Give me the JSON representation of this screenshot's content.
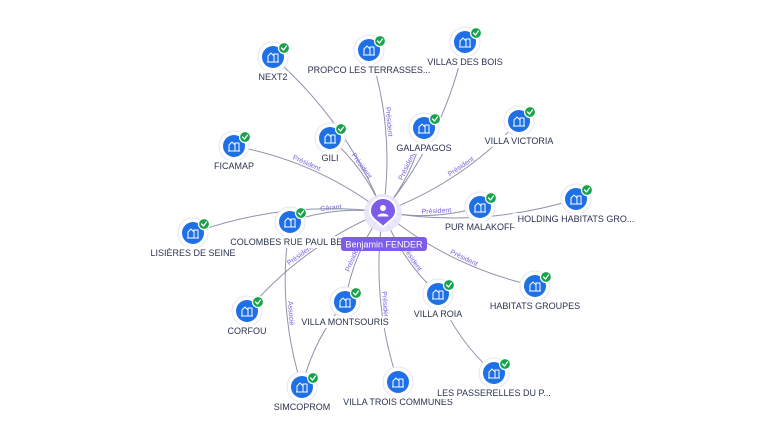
{
  "person": {
    "name": "Benjamin FENDER",
    "icon": "user-icon"
  },
  "companies": [
    {
      "id": "next2",
      "label": "NEXT2",
      "verified": true,
      "icon": "building-icon"
    },
    {
      "id": "propco",
      "label": "PROPCO LES TERRASSES...",
      "verified": true,
      "icon": "building-icon"
    },
    {
      "id": "villas-des-bois",
      "label": "VILLAS DES BOIS",
      "verified": true,
      "icon": "building-icon"
    },
    {
      "id": "gili",
      "label": "GILI",
      "verified": true,
      "icon": "building-icon"
    },
    {
      "id": "galapagos",
      "label": "GALAPAGOS",
      "verified": true,
      "icon": "building-icon"
    },
    {
      "id": "villa-victoria",
      "label": "VILLA VICTORIA",
      "verified": true,
      "icon": "building-icon"
    },
    {
      "id": "ficamap",
      "label": "FICAMAP",
      "verified": true,
      "icon": "building-icon"
    },
    {
      "id": "pur-malakoff",
      "label": "PUR MALAKOFF",
      "verified": true,
      "icon": "building-icon"
    },
    {
      "id": "holding-habitats",
      "label": "HOLDING HABITATS GRO...",
      "verified": true,
      "icon": "building-icon"
    },
    {
      "id": "colombes",
      "label": "COLOMBES RUE PAUL BE...",
      "verified": true,
      "icon": "building-icon"
    },
    {
      "id": "lisieres",
      "label": "LISIÈRES DE SEINE",
      "verified": true,
      "icon": "building-icon"
    },
    {
      "id": "habitats-groupes",
      "label": "HABITATS GROUPES",
      "verified": true,
      "icon": "building-icon"
    },
    {
      "id": "corfou",
      "label": "CORFOU",
      "verified": true,
      "icon": "building-icon"
    },
    {
      "id": "villa-montsouris",
      "label": "VILLA MONTSOURIS",
      "verified": true,
      "icon": "building-icon"
    },
    {
      "id": "villa-roia",
      "label": "VILLA ROIA",
      "verified": true,
      "icon": "building-icon"
    },
    {
      "id": "simcoprom",
      "label": "SIMCOPROM",
      "verified": true,
      "icon": "building-icon"
    },
    {
      "id": "villa-trois-communes",
      "label": "VILLA TROIS COMMUNES",
      "verified": false,
      "icon": "building-icon"
    },
    {
      "id": "les-passerelles",
      "label": "LES PASSERELLES DU P...",
      "verified": true,
      "icon": "building-icon"
    }
  ],
  "edges": [
    {
      "from": "person",
      "to": "next2",
      "label": ""
    },
    {
      "from": "person",
      "to": "propco",
      "label": "Président"
    },
    {
      "from": "person",
      "to": "villas-des-bois",
      "label": ""
    },
    {
      "from": "person",
      "to": "gili",
      "label": "Président"
    },
    {
      "from": "person",
      "to": "galapagos",
      "label": "Président"
    },
    {
      "from": "person",
      "to": "villa-victoria",
      "label": "Président"
    },
    {
      "from": "person",
      "to": "ficamap",
      "label": "Président"
    },
    {
      "from": "person",
      "to": "pur-malakoff",
      "label": "Président"
    },
    {
      "from": "person",
      "to": "holding-habitats",
      "label": ""
    },
    {
      "from": "person",
      "to": "colombes",
      "label": "Gérant"
    },
    {
      "from": "person",
      "to": "lisieres",
      "label": ""
    },
    {
      "from": "person",
      "to": "habitats-groupes",
      "label": "Président"
    },
    {
      "from": "person",
      "to": "corfou",
      "label": "Président"
    },
    {
      "from": "person",
      "to": "villa-montsouris",
      "label": "Président"
    },
    {
      "from": "person",
      "to": "villa-roia",
      "label": "Président"
    },
    {
      "from": "person",
      "to": "villa-trois-communes",
      "label": "Président"
    },
    {
      "from": "colombes",
      "to": "simcoprom",
      "label": "Associé"
    },
    {
      "from": "villa-montsouris",
      "to": "simcoprom",
      "label": ""
    },
    {
      "from": "villa-roia",
      "to": "les-passerelles",
      "label": ""
    }
  ]
}
